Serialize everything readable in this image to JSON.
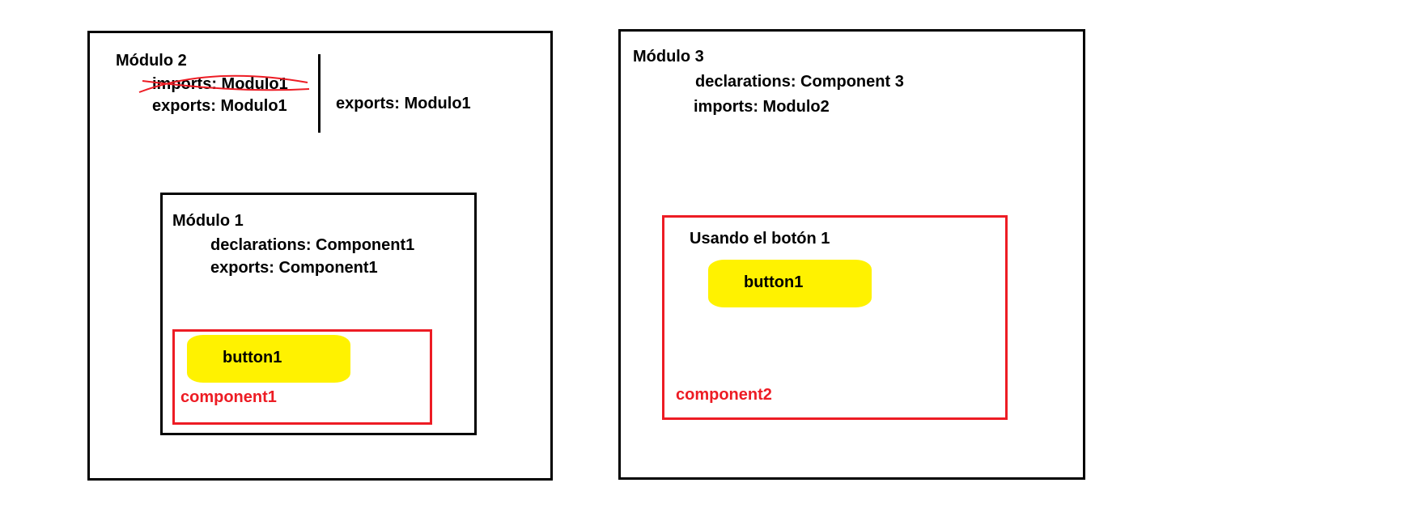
{
  "modulo2": {
    "title": "Módulo 2",
    "imports": "imports: Modulo1",
    "imports_struck": true,
    "exports": "exports: Modulo1",
    "exports_right": "exports: Modulo1"
  },
  "modulo1": {
    "title": "Módulo 1",
    "declarations": "declarations: Component1",
    "exports": "exports: Component1",
    "component_label": "component1",
    "button_label": "button1"
  },
  "modulo3": {
    "title": "Módulo 3",
    "declarations": "declarations: Component 3",
    "imports": "imports: Modulo2",
    "component_heading": "Usando el botón 1",
    "component_label": "component2",
    "button_label": "button1"
  },
  "colors": {
    "border": "#000000",
    "component_border": "#ed1c24",
    "button_fill": "#fff200"
  }
}
